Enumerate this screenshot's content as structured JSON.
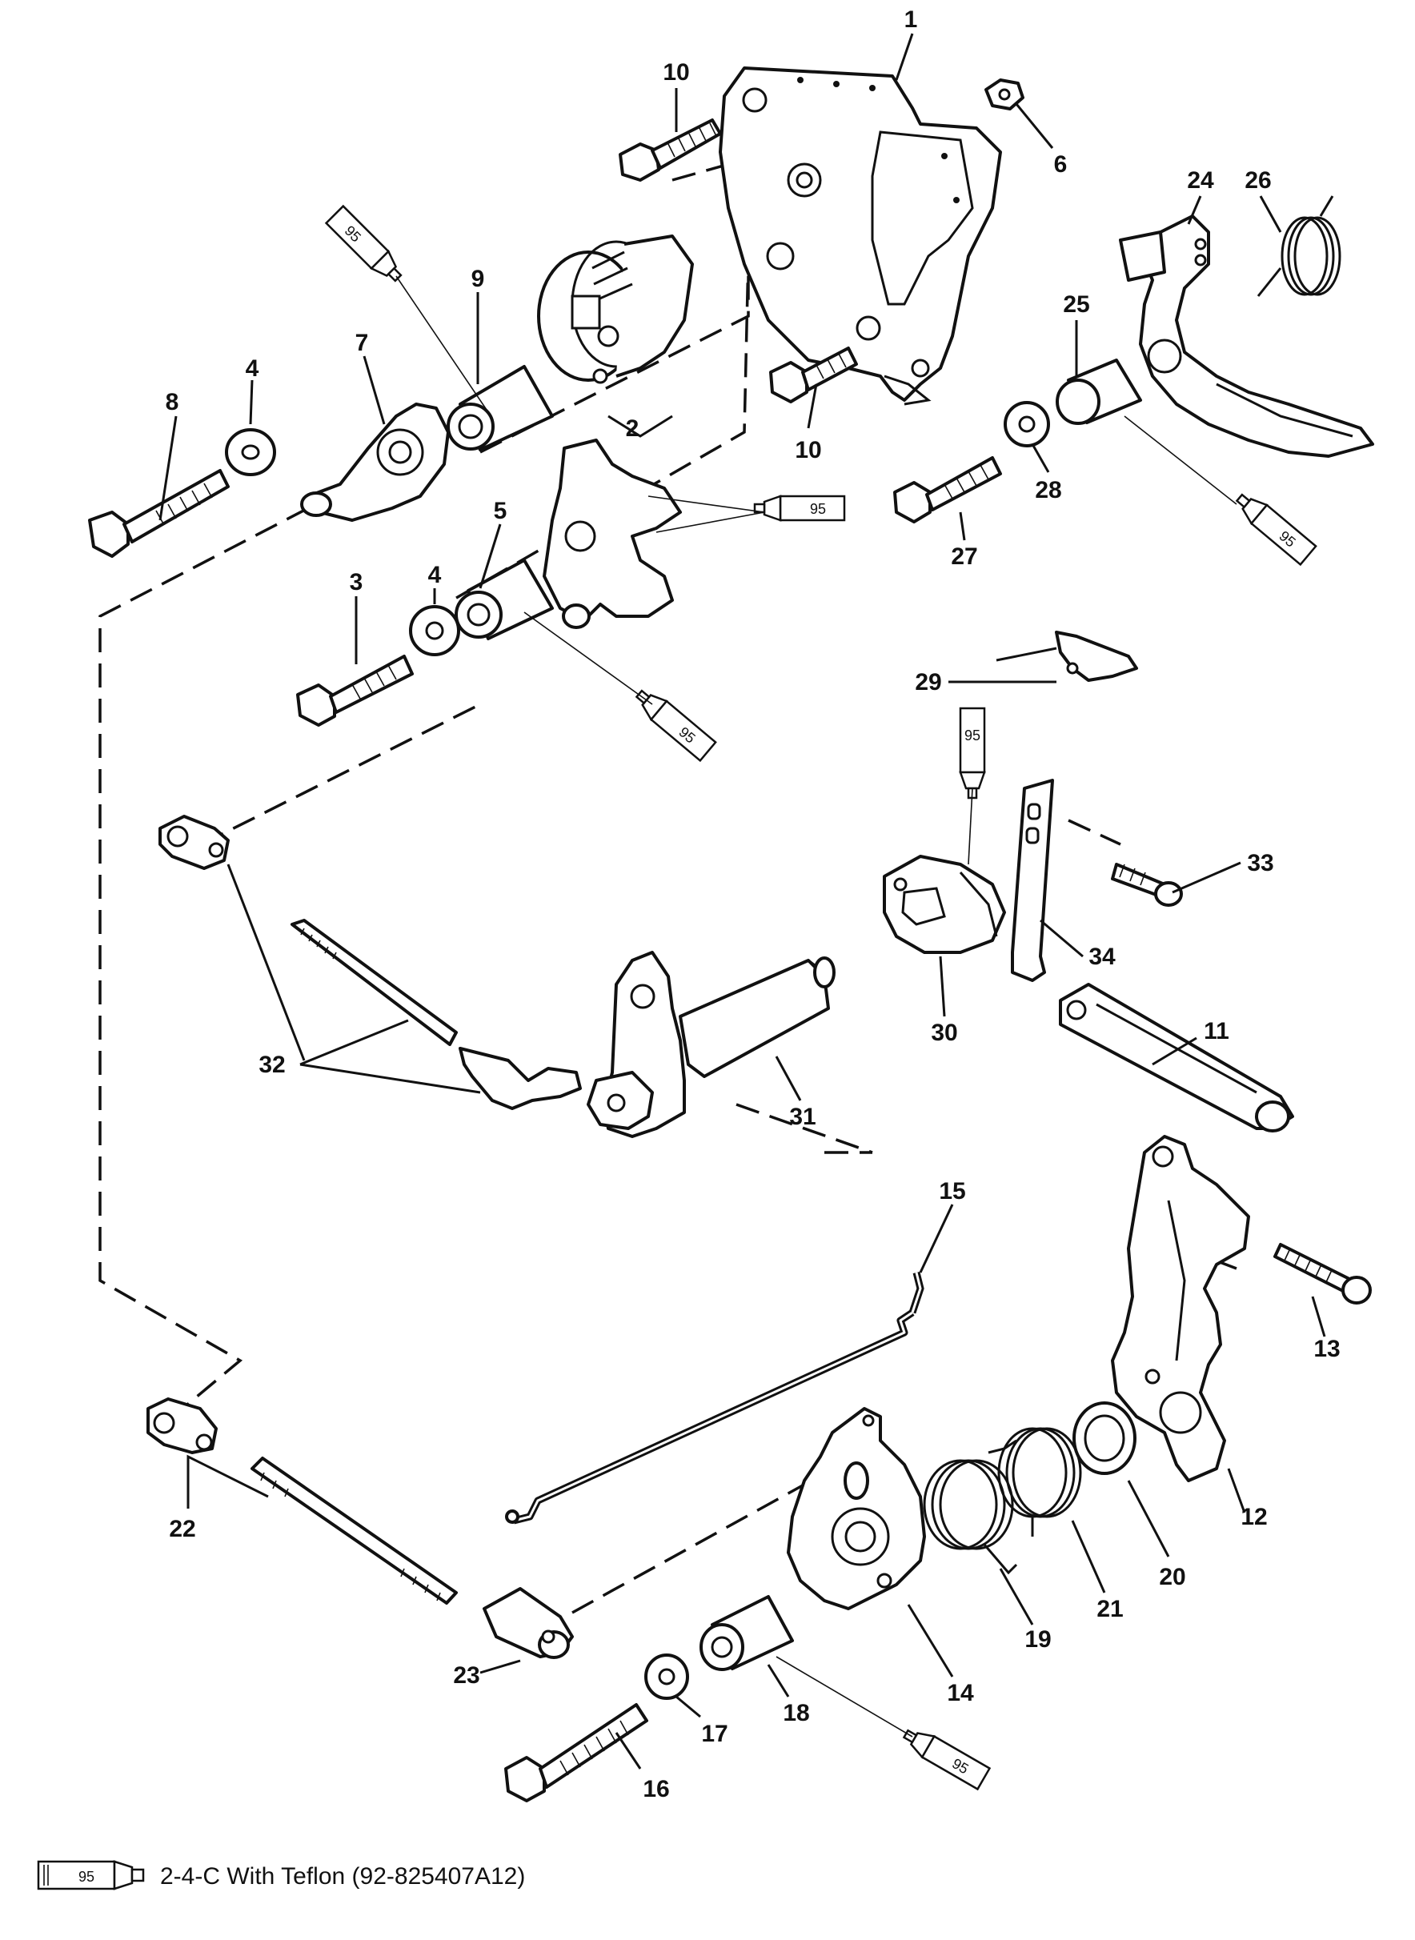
{
  "callouts": [
    {
      "id": "c1",
      "label": "1"
    },
    {
      "id": "c2",
      "label": "2"
    },
    {
      "id": "c3",
      "label": "3"
    },
    {
      "id": "c4a",
      "label": "4"
    },
    {
      "id": "c4b",
      "label": "4"
    },
    {
      "id": "c5",
      "label": "5"
    },
    {
      "id": "c6",
      "label": "6"
    },
    {
      "id": "c7",
      "label": "7"
    },
    {
      "id": "c8",
      "label": "8"
    },
    {
      "id": "c9",
      "label": "9"
    },
    {
      "id": "c10a",
      "label": "10"
    },
    {
      "id": "c10b",
      "label": "10"
    },
    {
      "id": "c11",
      "label": "11"
    },
    {
      "id": "c12",
      "label": "12"
    },
    {
      "id": "c13",
      "label": "13"
    },
    {
      "id": "c14",
      "label": "14"
    },
    {
      "id": "c15",
      "label": "15"
    },
    {
      "id": "c16",
      "label": "16"
    },
    {
      "id": "c17",
      "label": "17"
    },
    {
      "id": "c18",
      "label": "18"
    },
    {
      "id": "c19",
      "label": "19"
    },
    {
      "id": "c20",
      "label": "20"
    },
    {
      "id": "c21",
      "label": "21"
    },
    {
      "id": "c22",
      "label": "22"
    },
    {
      "id": "c23",
      "label": "23"
    },
    {
      "id": "c24",
      "label": "24"
    },
    {
      "id": "c25",
      "label": "25"
    },
    {
      "id": "c26",
      "label": "26"
    },
    {
      "id": "c27",
      "label": "27"
    },
    {
      "id": "c28",
      "label": "28"
    },
    {
      "id": "c29",
      "label": "29"
    },
    {
      "id": "c30",
      "label": "30"
    },
    {
      "id": "c31",
      "label": "31"
    },
    {
      "id": "c32",
      "label": "32"
    },
    {
      "id": "c33",
      "label": "33"
    },
    {
      "id": "c34",
      "label": "34"
    }
  ],
  "lubricant_tube_label": "95",
  "legend": {
    "tube_label": "95",
    "text": "2-4-C  With Teflon (92-825407A12)"
  }
}
